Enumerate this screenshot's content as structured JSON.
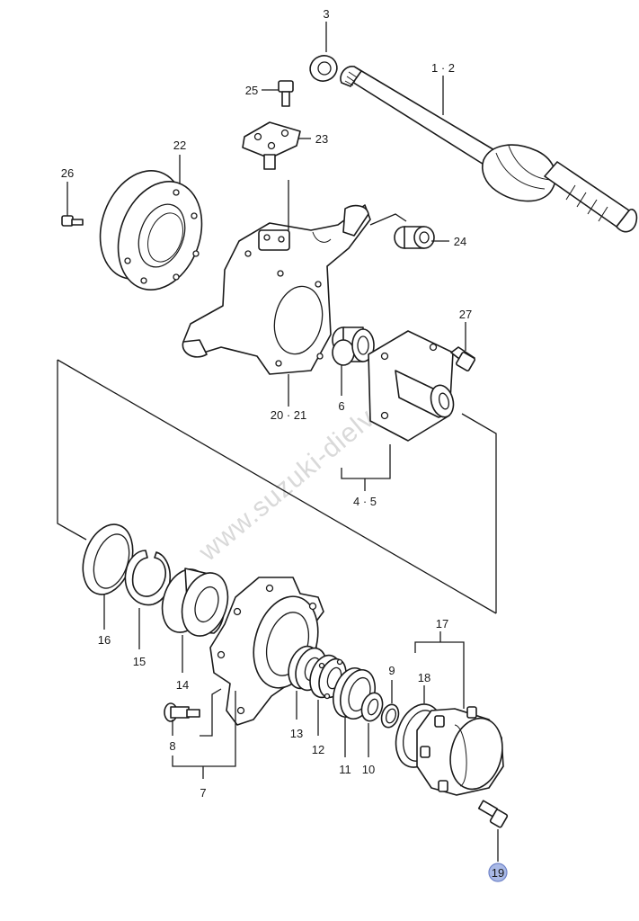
{
  "watermark": "www.suzuki-dielv.sk",
  "highlight_color": "#a9b9e6",
  "callouts": {
    "p1_2": "1 · 2",
    "p3": "3",
    "p4_5": "4 · 5",
    "p6": "6",
    "p7": "7",
    "p8": "8",
    "p9": "9",
    "p10": "10",
    "p11": "11",
    "p12": "12",
    "p13": "13",
    "p14": "14",
    "p15": "15",
    "p16": "16",
    "p17": "17",
    "p18": "18",
    "p19": "19",
    "p20_21": "20 · 21",
    "p22": "22",
    "p23": "23",
    "p24": "24",
    "p25": "25",
    "p26": "26",
    "p27": "27"
  }
}
